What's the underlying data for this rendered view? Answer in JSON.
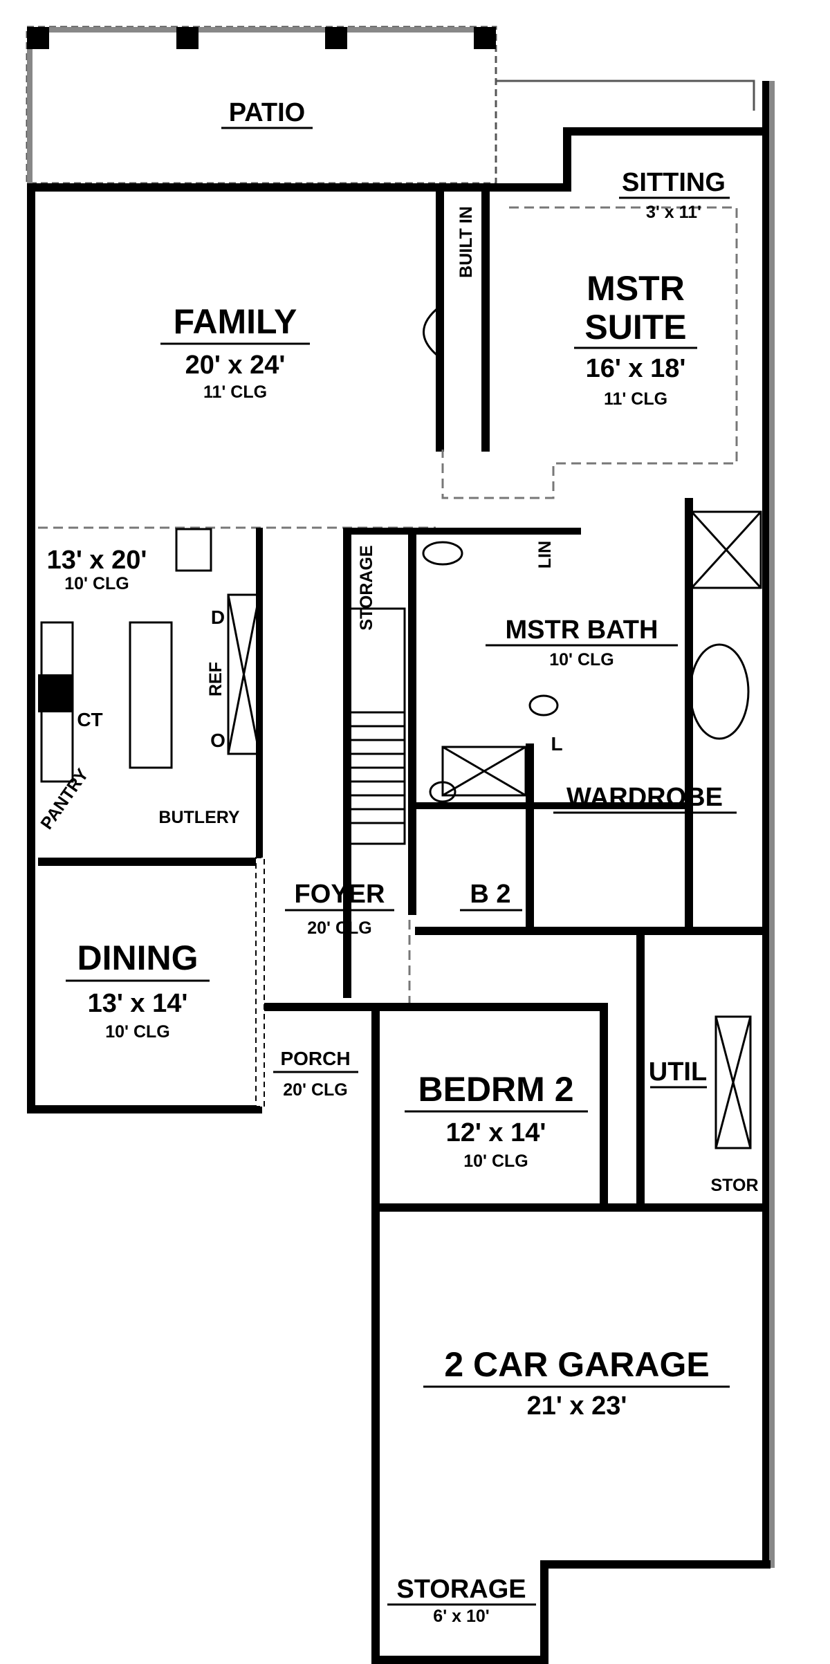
{
  "rooms": {
    "patio": {
      "name": "PATIO"
    },
    "family": {
      "name": "FAMILY",
      "size": "20' x 24'",
      "ceiling": "11' CLG"
    },
    "sitting": {
      "name": "SITTING",
      "size": "3' x 11'"
    },
    "master_suite": {
      "name_line1": "MSTR",
      "name_line2": "SUITE",
      "size": "16' x 18'",
      "ceiling": "11' CLG"
    },
    "built_in": {
      "name": "BUILT IN"
    },
    "kitchen": {
      "size": "13' x 20'",
      "ceiling": "10' CLG",
      "dishwasher": "D",
      "refrigerator": "REF",
      "oven": "O",
      "cooktop": "CT"
    },
    "butlery": {
      "name": "BUTLERY"
    },
    "pantry": {
      "name": "PANTRY"
    },
    "storage_stair": {
      "name": "STORAGE"
    },
    "master_bath": {
      "name": "MSTR BATH",
      "ceiling": "10' CLG"
    },
    "linen": {
      "name": "LIN"
    },
    "linen_small": {
      "name": "L"
    },
    "wardrobe": {
      "name": "WARDROBE"
    },
    "bath2": {
      "name": "B 2"
    },
    "foyer": {
      "name": "FOYER",
      "ceiling": "20' CLG"
    },
    "dining": {
      "name": "DINING",
      "size": "13' x 14'",
      "ceiling": "10' CLG"
    },
    "porch": {
      "name": "PORCH",
      "ceiling": "20' CLG"
    },
    "bedroom2": {
      "name": "BEDRM 2",
      "size": "12' x 14'",
      "ceiling": "10' CLG"
    },
    "utility": {
      "name": "UTIL"
    },
    "stor": {
      "name": "STOR"
    },
    "garage": {
      "name": "2 CAR GARAGE",
      "size": "21' x 23'"
    },
    "storage_garage": {
      "name": "STORAGE",
      "size": "6' x 10'"
    }
  },
  "colors": {
    "wall": "#000000",
    "background": "#ffffff",
    "dashed": "#777777"
  }
}
